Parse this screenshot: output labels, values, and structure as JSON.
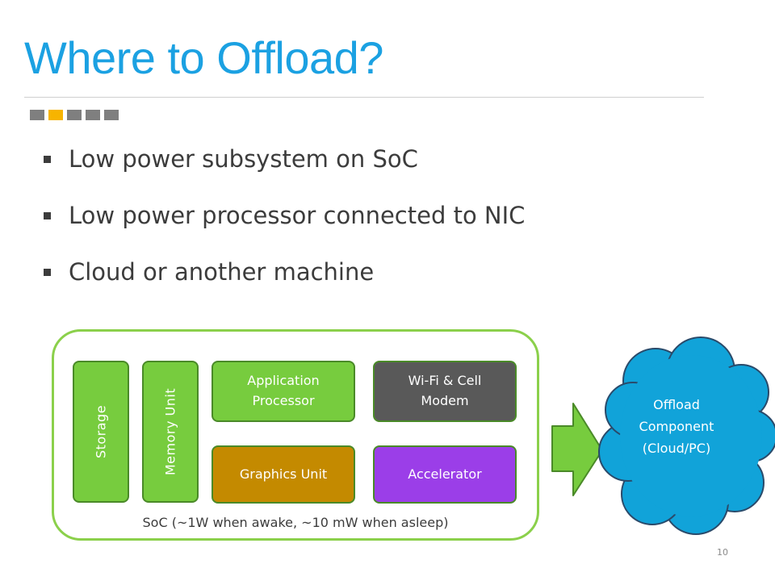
{
  "slide": {
    "title": "Where to Offload?",
    "bullets": [
      "Low power subsystem on SoC",
      "Low power processor connected to NIC",
      "Cloud or another machine"
    ],
    "page_number": "10"
  },
  "diagram": {
    "soc_caption": "SoC (~1W when awake, ~10 mW when asleep)",
    "storage_label": "Storage",
    "memory_label": "Memory Unit",
    "app_processor_label": "Application Processor",
    "wifi_modem_label": "Wi-Fi & Cell Modem",
    "graphics_label": "Graphics Unit",
    "accelerator_label": "Accelerator",
    "offload_line1": "Offload",
    "offload_line2": "Component",
    "offload_line3": "(Cloud/PC)"
  },
  "colors": {
    "title_blue": "#1ba1e2",
    "soc_green": "#77cc3e",
    "soc_border": "#8bd04b",
    "modem_gray": "#595959",
    "graphics_gold": "#c48a00",
    "accelerator_purple": "#9b3ee8",
    "cloud_blue": "#11a3d9",
    "indicator_active": "#f7b400",
    "indicator_inactive": "#7f7f7f"
  }
}
